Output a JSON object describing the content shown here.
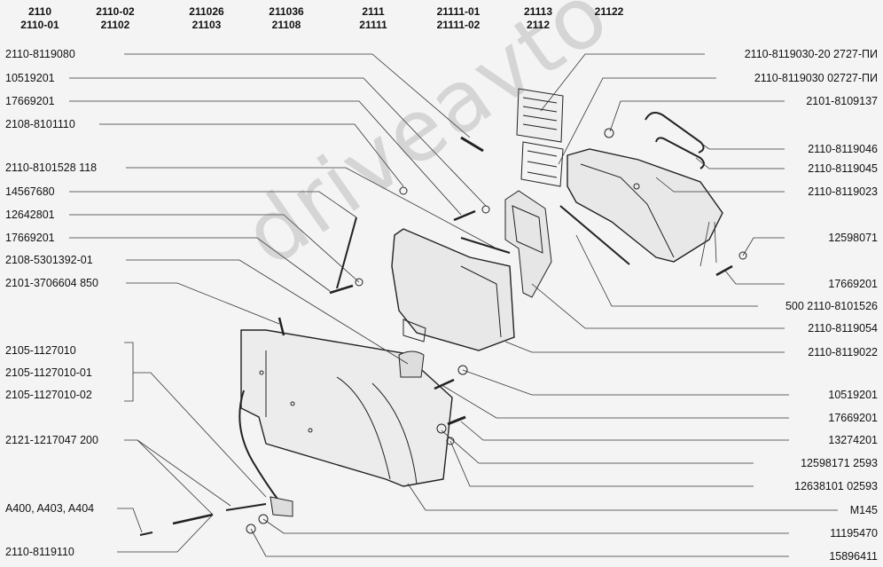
{
  "header": {
    "models": [
      {
        "top": "2110",
        "bottom": "2110-01"
      },
      {
        "top": "2110-02",
        "bottom": "21102"
      },
      {
        "top": "211026",
        "bottom": "21103"
      },
      {
        "top": "211036",
        "bottom": "21108"
      },
      {
        "top": "2111",
        "bottom": "21111"
      },
      {
        "top": "21111-01",
        "bottom": "21111-02"
      },
      {
        "top": "21113",
        "bottom": "2112"
      },
      {
        "top": "21122",
        "bottom": ""
      }
    ]
  },
  "left_labels": [
    "2110-8119080",
    "10519201",
    "17669201",
    "2108-8101110",
    "2110-8101528 118",
    "14567680",
    "12642801",
    "17669201",
    "2108-5301392-01",
    "2101-3706604 850",
    "2105-1127010",
    "2105-1127010-01",
    "2105-1127010-02",
    "2121-1217047 200",
    "A400, A403, A404",
    "2110-8119110"
  ],
  "right_labels": [
    "2110-8119030-20 2727-ПИ",
    "2110-8119030 02727-ПИ",
    "2101-8109137",
    "2110-8119046",
    "2110-8119045",
    "2110-8119023",
    "12598071",
    "17669201",
    "500 2110-8101526",
    "2110-8119054",
    "2110-8119022",
    "10519201",
    "17669201",
    "13274201",
    "12598171 2593",
    "12638101 02593",
    "M145",
    "11195470",
    "15896411"
  ],
  "watermark": "driveavto"
}
